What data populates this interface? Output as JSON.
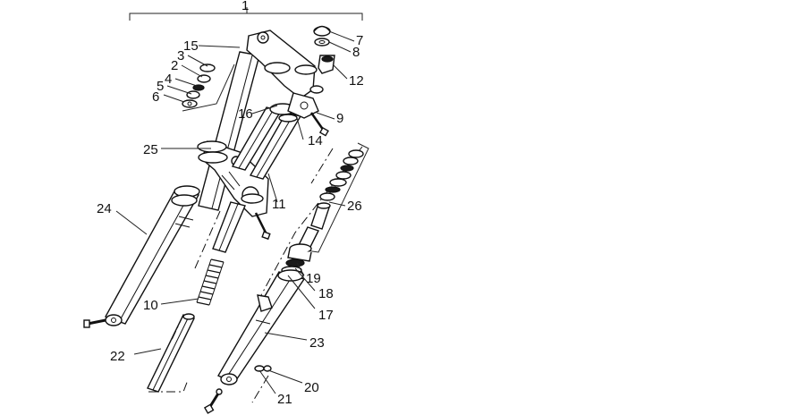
{
  "diagram": {
    "callouts": [
      {
        "id": "1",
        "text": "1"
      },
      {
        "id": "2",
        "text": "2"
      },
      {
        "id": "3",
        "text": "3"
      },
      {
        "id": "4",
        "text": "4"
      },
      {
        "id": "5",
        "text": "5"
      },
      {
        "id": "6",
        "text": "6"
      },
      {
        "id": "7",
        "text": "7"
      },
      {
        "id": "8",
        "text": "8"
      },
      {
        "id": "9",
        "text": "9"
      },
      {
        "id": "10",
        "text": "10"
      },
      {
        "id": "11",
        "text": "11"
      },
      {
        "id": "12",
        "text": "12"
      },
      {
        "id": "14",
        "text": "14"
      },
      {
        "id": "15",
        "text": "15"
      },
      {
        "id": "16",
        "text": "16"
      },
      {
        "id": "17",
        "text": "17"
      },
      {
        "id": "18",
        "text": "18"
      },
      {
        "id": "19",
        "text": "19"
      },
      {
        "id": "20",
        "text": "20"
      },
      {
        "id": "21",
        "text": "21"
      },
      {
        "id": "22",
        "text": "22"
      },
      {
        "id": "23",
        "text": "23"
      },
      {
        "id": "24",
        "text": "24"
      },
      {
        "id": "25",
        "text": "25"
      },
      {
        "id": "26",
        "text": "26"
      }
    ]
  }
}
